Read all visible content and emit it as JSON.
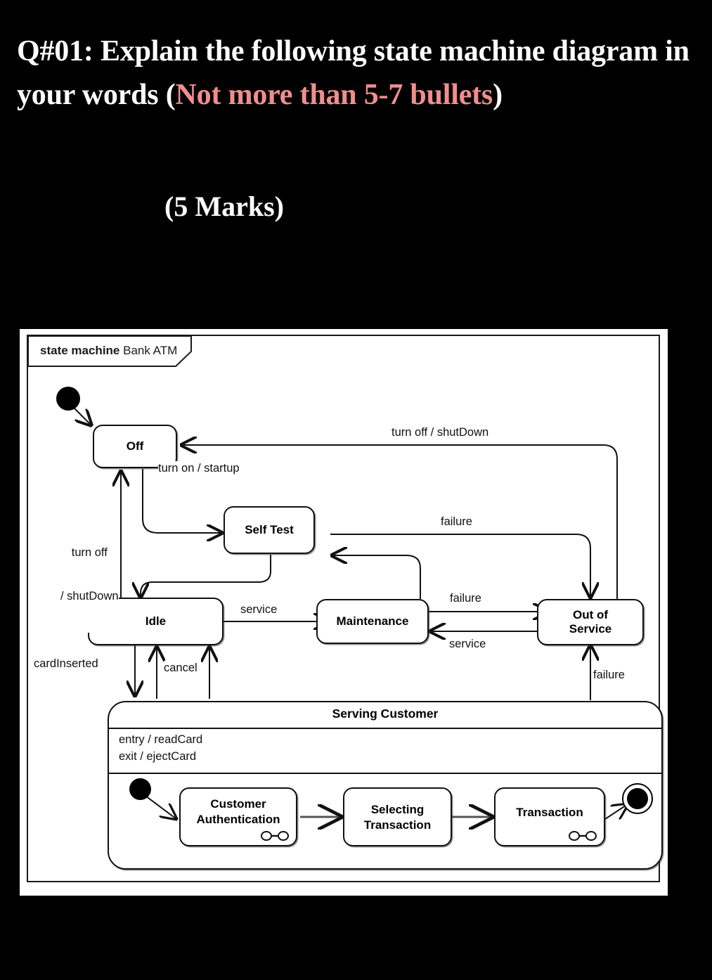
{
  "question": {
    "prefix": "Q#01: Explain the following state machine diagram in your words (",
    "hint": "Not more than 5-7 bullets",
    "suffix": ")",
    "marks": "(5 Marks)",
    "hint_color": "#ef8e8e",
    "text_color": "#ffffff",
    "background_color": "#000000"
  },
  "diagram": {
    "frame_kind": "state machine",
    "frame_name": "Bank ATM",
    "states": {
      "off": "Off",
      "self_test": "Self Test",
      "idle": "Idle",
      "maintenance": "Maintenance",
      "out_of_service": "Out of\nService",
      "out_of_service_line1": "Out of",
      "out_of_service_line2": "Service",
      "serving_customer": "Serving Customer"
    },
    "serving_customer": {
      "title": "Serving Customer",
      "entry_action": "entry / readCard",
      "exit_action": "exit / ejectCard",
      "substates": [
        {
          "line1": "Customer",
          "line2": "Authentication",
          "has_decomposition_icon": true
        },
        {
          "line1": "Selecting",
          "line2": "Transaction",
          "has_decomposition_icon": false
        },
        {
          "line1": "Transaction",
          "line2": "",
          "has_decomposition_icon": true
        }
      ]
    },
    "transitions": {
      "turn_off_shutdown_top": "turn off / shutDown",
      "turn_on_startup": "turn on / startup",
      "turn_off_shutdown_left_line1": "turn off",
      "turn_off_shutdown_left_line2": "/ shutDown",
      "failure_selftest": "failure",
      "failure_maintenance": "failure",
      "failure_serving": "failure",
      "service_idle_to_maintenance": "service",
      "service_oos_to_maintenance": "service",
      "card_inserted": "cardInserted",
      "cancel": "cancel"
    }
  }
}
